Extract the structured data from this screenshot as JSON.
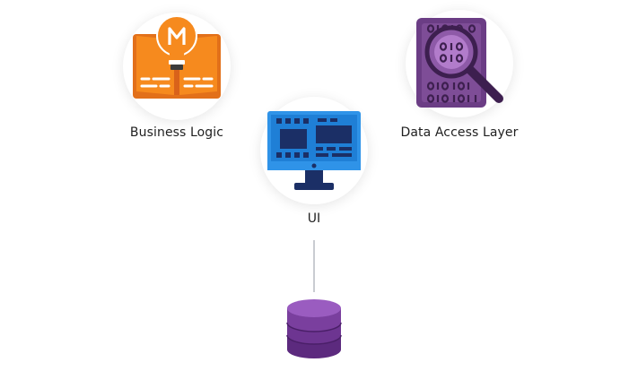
{
  "nodes": {
    "business_logic": {
      "label": "Business Logic",
      "icon": "book-lightbulb-icon"
    },
    "data_access_layer": {
      "label": "Data Access Layer",
      "icon": "binary-magnifier-icon"
    },
    "ui": {
      "label": "UI",
      "icon": "monitor-icon"
    },
    "database": {
      "icon": "database-icon"
    }
  },
  "colors": {
    "orange": "#f68a1e",
    "orange_dark": "#e2701a",
    "purple": "#6b3d85",
    "purple_light": "#8e5aa8",
    "blue": "#2f93e8",
    "blue_dark": "#1b2f66",
    "db_purple": "#7a3f9e"
  }
}
